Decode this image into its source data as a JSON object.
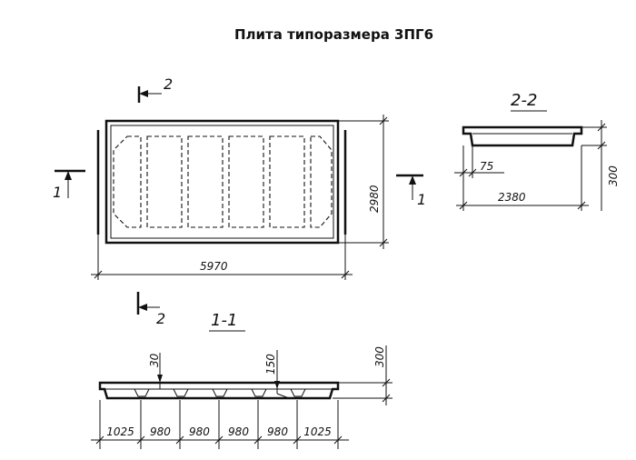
{
  "title": "Плита типоразмера 3ПГ6",
  "plan": {
    "length": "5970",
    "width": "2980"
  },
  "section_marks": {
    "mark_1": "1",
    "mark_2": "2"
  },
  "section_2_2": {
    "label": "2-2",
    "height": "300",
    "rib": "75",
    "width": "2380"
  },
  "section_1_1": {
    "label": "1-1",
    "shelf": "30",
    "rib": "150",
    "height": "300",
    "spans": [
      "1025",
      "980",
      "980",
      "980",
      "980",
      "1025"
    ]
  }
}
